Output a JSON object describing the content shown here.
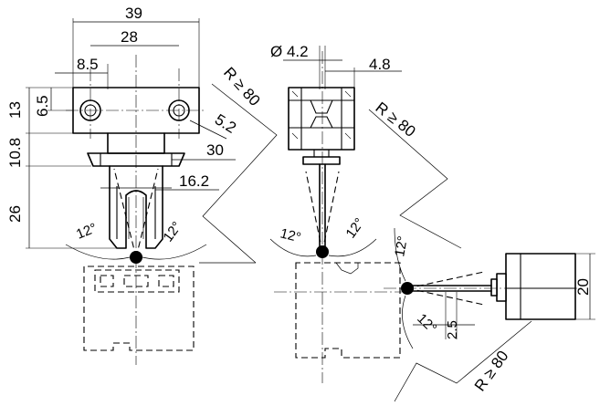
{
  "dimensions": {
    "overall_width": "39",
    "hole_spacing": "28",
    "hole_offset": "8.5",
    "hole_height": "6.5",
    "mount_height": "13",
    "body_height": "10.8",
    "actuator_height": "26",
    "hole_diameter": "5.2",
    "flange_width": "30",
    "slot_width": "16.2",
    "shaft_diameter": "Ø 4.2",
    "shaft_offset": "4.8",
    "radius_left": "R ≥ 80",
    "radius_middle": "R ≥ 80",
    "radius_right": "R ≥ 80",
    "angle_left_a": "12°",
    "angle_left_b": "12°",
    "angle_mid_a": "12°",
    "angle_mid_b": "12°",
    "angle_right_a": "12°",
    "angle_right_b": "12°",
    "plunger_travel": "2.5",
    "head_height": "20"
  },
  "colors": {
    "line": "#000000",
    "background": "#ffffff"
  }
}
